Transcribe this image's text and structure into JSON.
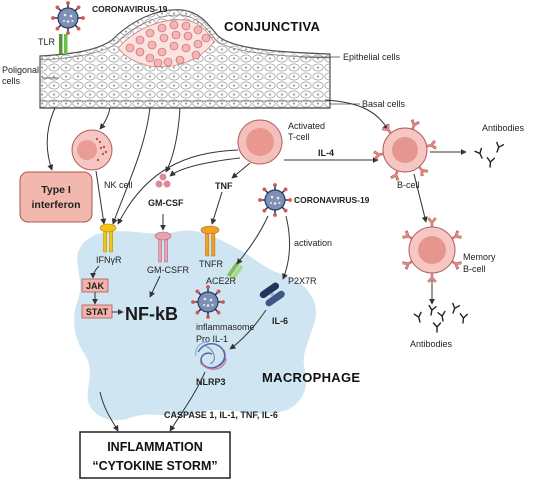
{
  "conjunctiva": {
    "title": "CONJUNCTIVA",
    "epithelial_label": "Epithelial cells",
    "poligonal_label": [
      "Poligonal",
      "cells"
    ],
    "basal_label": "Basal cells"
  },
  "virus_top": {
    "label": "CORONAVIRUS-19",
    "receptor": "TLR"
  },
  "cells": {
    "nk": "NK cell",
    "t_cell": [
      "Activated",
      "T-cell"
    ],
    "b_cell": "B-cell",
    "memory_b_cell": [
      "Memory",
      "B-cell"
    ]
  },
  "cytokines": {
    "type1_interferon": [
      "Type I",
      "interferon"
    ],
    "gm_csf": "GM-CSF",
    "tnf": "TNF",
    "il4": "IL-4"
  },
  "antibodies": {
    "top": "Antibodies",
    "bottom": "Antibodies"
  },
  "virus_mid": {
    "label": "CORONAVIRUS-19",
    "activation": "activation"
  },
  "macrophage": {
    "label": "MACROPHAGE",
    "receptors": {
      "ifngr": "IFNγR",
      "gmcsfr": "GM-CSFR",
      "tnfr": "TNFR",
      "ace2r": "ACE2R",
      "p2x7r": "P2X7R"
    },
    "jak": "JAK",
    "stat": "STAT",
    "nfkb": "NF-kB",
    "inflammasome": "inflammasome",
    "pro_il1": "Pro IL-1",
    "il6": "IL-6",
    "nlrp3": "NLRP3"
  },
  "caspase_output": "CASPASE 1, IL-1, TNF, IL-6",
  "outcome": {
    "line1": "INFLAMMATION",
    "line2": "“CYTOKINE STORM”"
  },
  "icons": {
    "virus": "virus-icon",
    "antibody": "antibody-icon",
    "receptor": "receptor-icon"
  },
  "colors": {
    "macrophage": "#cfe6f2",
    "cell_pink": "#f5c6c2",
    "cell_nucleus": "#e6968e",
    "interferon_box": "#f2b7ad",
    "virus_body": "#7d8fb3",
    "ifngr": "#f3c318",
    "gmcsfr": "#e9a2b3",
    "tnfr": "#f0a028",
    "ace2r": "#7fbf5a",
    "p2x7r": "#22345e"
  }
}
